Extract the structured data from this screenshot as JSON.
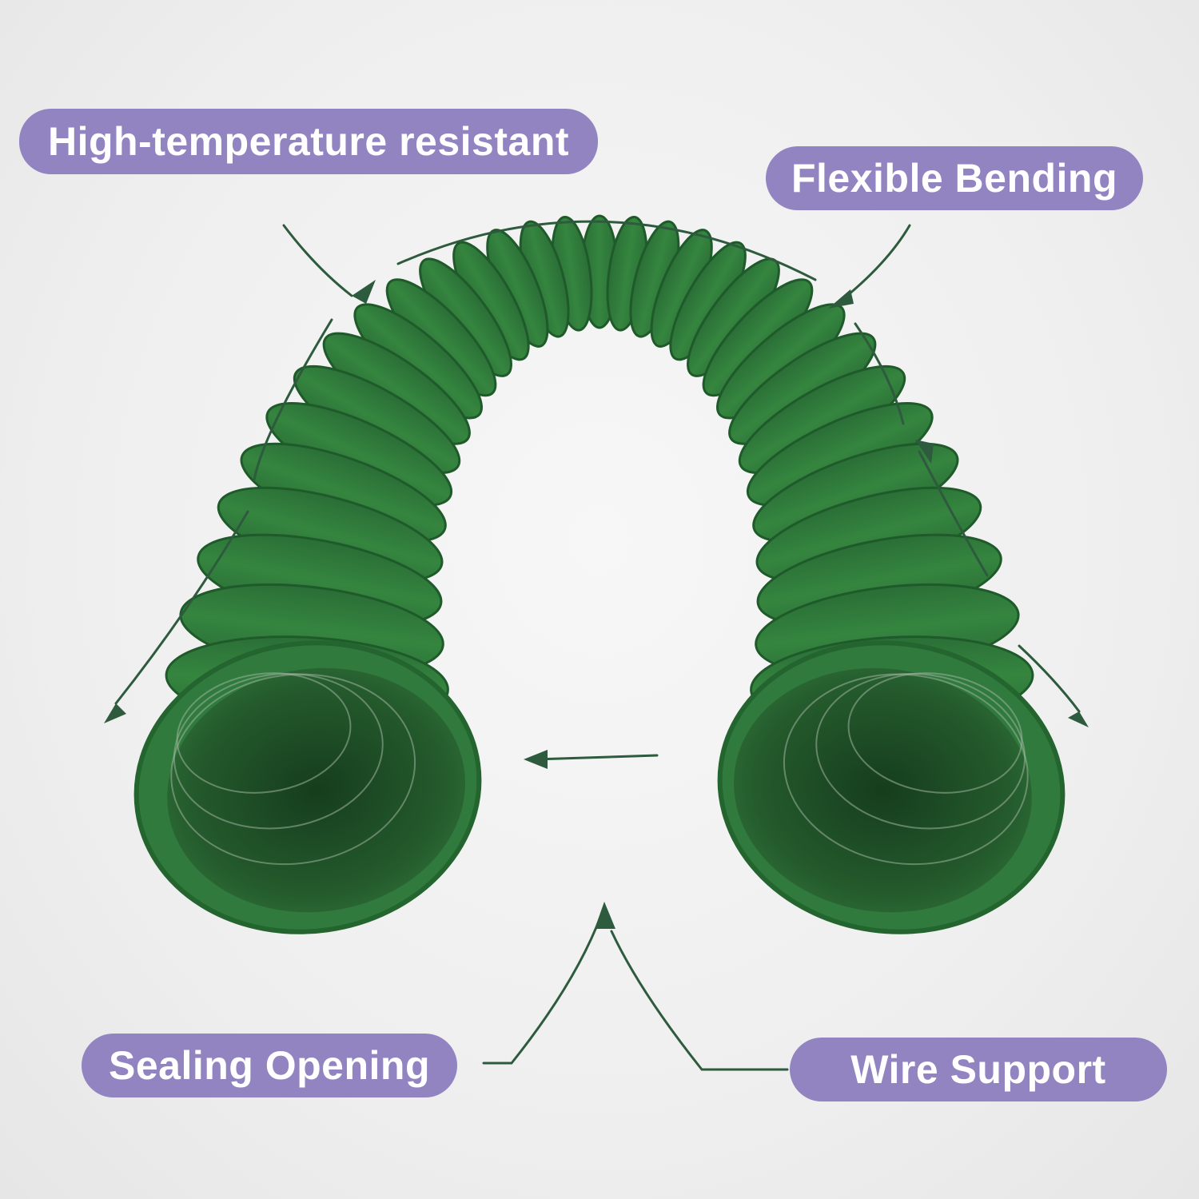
{
  "labels": {
    "high_temperature": "High-temperature resistant",
    "flexible_bending": "Flexible Bending",
    "sealing_opening": "Sealing Opening",
    "wire_support": "Wire Support"
  },
  "colors": {
    "pill": "#9283c1",
    "pill_text": "#ffffff",
    "hose": "#2f7a3c",
    "hose_dark": "#1f5a2a",
    "arrow": "#2e5a3e",
    "background": "#f0f0f0"
  },
  "subject": "green-fabric-flexible-duct-hose"
}
